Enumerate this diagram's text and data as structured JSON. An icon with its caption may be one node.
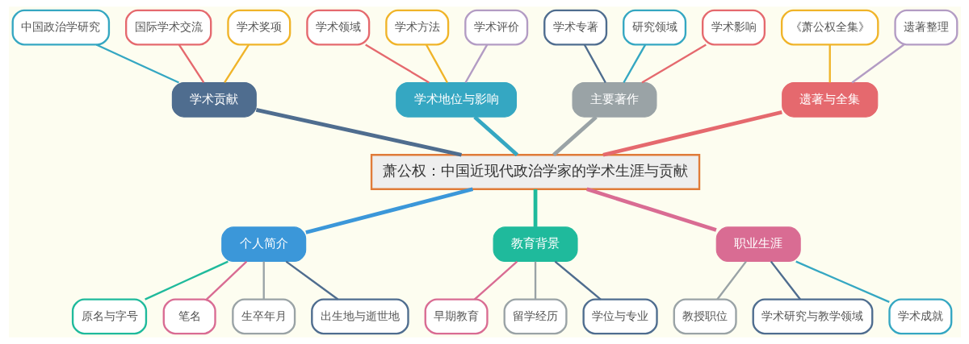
{
  "diagram": {
    "nodes": [
      {
        "text": [
          "学术专著"
        ]
      },
      {
        "text": [
          "研究领域"
        ]
      },
      {
        "text": [
          "学术影响"
        ]
      },
      {
        "text": [
          "中国政治学研究"
        ]
      },
      {
        "text": [
          "国际学术交流"
        ]
      },
      {
        "text": [
          "学术奖项"
        ]
      },
      {
        "text": [
          "学术领域"
        ]
      },
      {
        "text": [
          "学术方法"
        ]
      },
      {
        "text": [
          "学术评价"
        ]
      },
      {
        "text": [
          "《萧公权全集》"
        ]
      },
      {
        "text": [
          "遗著整理"
        ]
      },
      {
        "text": [
          "主要著作"
        ]
      },
      {
        "text": [
          "学术贡献"
        ]
      },
      {
        "text": [
          "学术地位与影响"
        ]
      },
      {
        "text": [
          "遗著与全集"
        ]
      },
      {
        "text": [
          "萧公权：中国近现代政治学家的学术生涯与贡献"
        ]
      },
      {
        "text": [
          "个人简介"
        ]
      },
      {
        "text": [
          "教育背景"
        ]
      },
      {
        "text": [
          "职业生涯"
        ]
      },
      {
        "text": [
          "原名与字号"
        ]
      },
      {
        "text": [
          "笔名"
        ]
      },
      {
        "text": [
          "生卒年月"
        ]
      },
      {
        "text": [
          "出生地与逝世地"
        ]
      },
      {
        "text": [
          "早期教育"
        ]
      },
      {
        "text": [
          "留学经历"
        ]
      },
      {
        "text": [
          "学位与专业"
        ]
      },
      {
        "text": [
          "教授职位"
        ]
      },
      {
        "text": [
          "学术研究与教学领域"
        ]
      },
      {
        "text": [
          "学术成就"
        ]
      }
    ],
    "edges": [
      {
        "from": 0,
        "to": 11,
        "arrow": "none",
        "color": "#4f6d8f"
      },
      {
        "from": 1,
        "to": 11,
        "arrow": "none",
        "color": "#35a7c2"
      },
      {
        "from": 2,
        "to": 11,
        "arrow": "none",
        "color": "#e5696e"
      },
      {
        "from": 3,
        "to": 12,
        "arrow": "none",
        "color": "#35a7c2"
      },
      {
        "from": 4,
        "to": 12,
        "arrow": "none",
        "color": "#e5696e"
      },
      {
        "from": 5,
        "to": 12,
        "arrow": "none",
        "color": "#f0b429"
      },
      {
        "from": 6,
        "to": 13,
        "arrow": "none",
        "color": "#e5696e"
      },
      {
        "from": 7,
        "to": 13,
        "arrow": "none",
        "color": "#f0b429"
      },
      {
        "from": 8,
        "to": 13,
        "arrow": "none",
        "color": "#b39cc4"
      },
      {
        "from": 9,
        "to": 14,
        "arrow": "none",
        "color": "#f0b429"
      },
      {
        "from": 10,
        "to": 14,
        "arrow": "none",
        "color": "#b39cc4"
      },
      {
        "from": 11,
        "to": 15,
        "arrow": "none",
        "style": "thick",
        "color": "#9aa3a6"
      },
      {
        "from": 12,
        "to": 15,
        "arrow": "none",
        "style": "thick",
        "color": "#4f6d8f"
      },
      {
        "from": 13,
        "to": 15,
        "arrow": "none",
        "style": "thick",
        "color": "#35a7c2"
      },
      {
        "from": 14,
        "to": 15,
        "arrow": "none",
        "style": "thick",
        "color": "#e5696e"
      },
      {
        "from": 15,
        "to": 16,
        "arrow": "none",
        "style": "thick",
        "color": "#3b97d9"
      },
      {
        "from": 15,
        "to": 17,
        "arrow": "none",
        "style": "thick",
        "color": "#1fba9c"
      },
      {
        "from": 15,
        "to": 18,
        "arrow": "none",
        "style": "thick",
        "color": "#d96c93"
      },
      {
        "from": 16,
        "to": 19,
        "arrow": "none",
        "color": "#1fba9c"
      },
      {
        "from": 16,
        "to": 20,
        "arrow": "none",
        "color": "#d96c93"
      },
      {
        "from": 16,
        "to": 21,
        "arrow": "none",
        "color": "#9aa3a6"
      },
      {
        "from": 16,
        "to": 22,
        "arrow": "none",
        "color": "#4f6d8f"
      },
      {
        "from": 17,
        "to": 23,
        "arrow": "none",
        "color": "#d96c93"
      },
      {
        "from": 17,
        "to": 24,
        "arrow": "none",
        "color": "#9aa3a6"
      },
      {
        "from": 17,
        "to": 25,
        "arrow": "none",
        "color": "#4f6d8f"
      },
      {
        "from": 18,
        "to": 26,
        "arrow": "none",
        "color": "#9aa3a6"
      },
      {
        "from": 18,
        "to": 27,
        "arrow": "none",
        "color": "#4f6d8f"
      },
      {
        "from": 18,
        "to": 28,
        "arrow": "none",
        "color": "#35a7c2"
      }
    ]
  }
}
